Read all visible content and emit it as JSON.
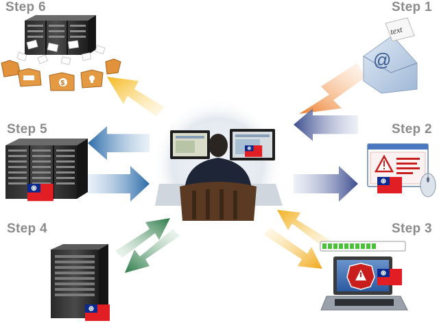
{
  "steps": {
    "step1": "Step 1",
    "step2": "Step 2",
    "step3": "Step 3",
    "step4": "Step 4",
    "step5": "Step 5",
    "step6": "Step 6"
  },
  "envelope": {
    "symbol": "@",
    "note_text": "text"
  },
  "colors": {
    "label_gray": "#8a8a8a",
    "arrow_step1_orange": "#f08a3c",
    "arrow_step2_navy": "#4a5a9a",
    "arrow_step3_yellow": "#f2b632",
    "arrow_step4_green": "#2f7a4a",
    "arrow_step5_blue": "#2e6fae",
    "arrow_step6_yellow": "#f6c12e",
    "flag_red": "#e01e24",
    "flag_blue": "#0a2a8f",
    "alert_red": "#c81e1e",
    "progress_green": "#4cbf3a"
  },
  "icons": {
    "center": "hacker-at-computer",
    "step1": "email-envelope-icon",
    "step2": "malicious-webpage-icon",
    "step3": "infected-laptop-icon",
    "step4": "server-tower-icon",
    "step5": "server-rack-icon",
    "step6": "data-exfiltration-servers-icon",
    "flag": "taiwan-flag-icon"
  }
}
